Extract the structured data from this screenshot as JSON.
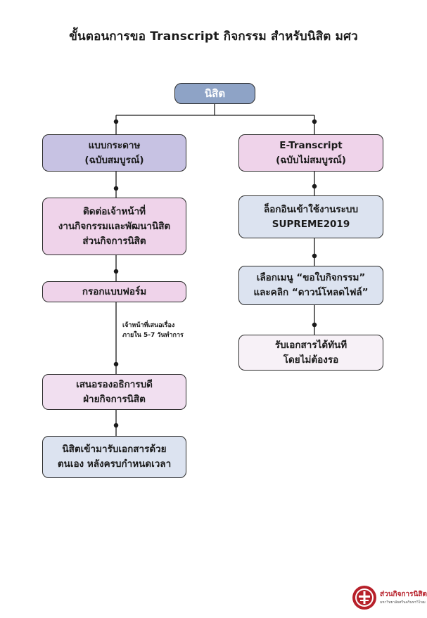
{
  "title": "ขั้นตอนการขอ Transcript กิจกรรม สำหรับนิสิต มศว",
  "root": "นิสิต",
  "left": {
    "head": [
      "แบบกระดาษ",
      "(ฉบับสมบูรณ์)"
    ],
    "step1": [
      "ติดต่อเจ้าหน้าที่",
      "งานกิจกรรมและพัฒนานิสิต",
      "ส่วนกิจการนิสิต"
    ],
    "step2": "กรอกแบบฟอร์ม",
    "note": [
      "เจ้าหน้าที่เสนอเรื่อง",
      "ภายใน 5-7 วันทำการ"
    ],
    "step3": [
      "เสนอรองอธิการบดี",
      "ฝ่ายกิจการนิสิต"
    ],
    "step4": [
      "นิสิตเข้ามารับเอกสารด้วย",
      "ตนเอง หลังครบกำหนดเวลา"
    ]
  },
  "right": {
    "head": [
      "E-Transcript",
      "(ฉบับไม่สมบูรณ์)"
    ],
    "step1": [
      "ล็อกอินเข้าใช้งานระบบ",
      "SUPREME2019"
    ],
    "step2": [
      "เลือกเมนู “ขอใบกิจกรรม”",
      "และคลิก “ดาวน์โหลดไฟล์”"
    ],
    "step3": [
      "รับเอกสารได้ทันที",
      "โดยไม่ต้องรอ"
    ]
  },
  "logo": {
    "name": "ส่วนกิจการนิสิต",
    "sub": "มหาวิทยาลัยศรีนครินทรวิโรฒ",
    "primary_color": "#b7202a"
  },
  "colors": {
    "root": "#8ea3c6",
    "left_head": "#c7c2e3",
    "pink": "#efd3ea",
    "blue": "#dce3f0",
    "connector": "#1a1a1a"
  }
}
